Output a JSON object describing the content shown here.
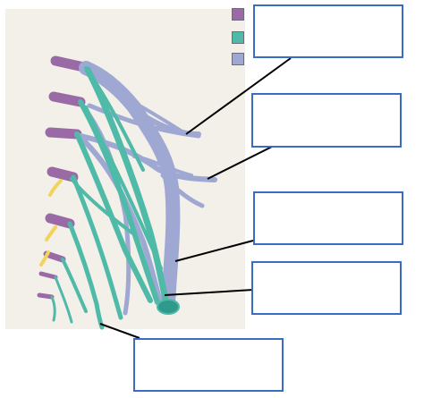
{
  "diagram": {
    "legend": [
      {
        "name": "legend-swatch-purple",
        "color": "#9a6aa6"
      },
      {
        "name": "legend-swatch-teal",
        "color": "#4fbaa8"
      },
      {
        "name": "legend-swatch-blue",
        "color": "#9ea8d2"
      }
    ],
    "colors": {
      "panel": "#f3efe9",
      "nerve_blue": "#9ea8d2",
      "nerve_blue_dark": "#7d88bd",
      "nerve_teal": "#4fbaa8",
      "nerve_teal_dark": "#2f9a8b",
      "nerve_purple": "#9a6aa6",
      "ganglion_yellow": "#f2d35c",
      "leader": "#000000",
      "box_border": "#3b6cc4"
    },
    "labels": [
      {
        "name": "label-box-1",
        "text": ""
      },
      {
        "name": "label-box-2",
        "text": ""
      },
      {
        "name": "label-box-3",
        "text": ""
      },
      {
        "name": "label-box-4",
        "text": ""
      },
      {
        "name": "label-box-5",
        "text": ""
      }
    ]
  }
}
